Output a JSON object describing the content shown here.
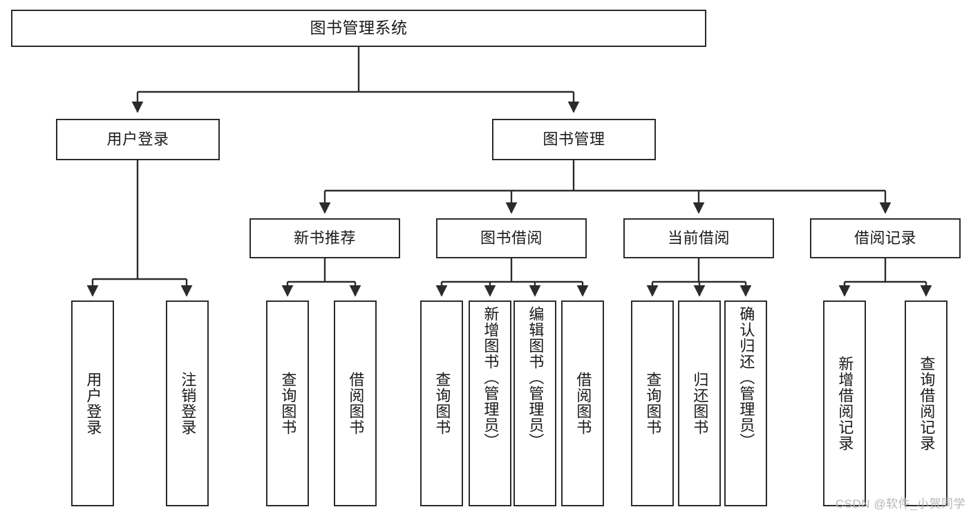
{
  "diagram": {
    "title": "图书管理系统",
    "type": "tree-hierarchy",
    "watermark": "CSDN @软件_小贺同学",
    "colors": {
      "stroke": "#2b2b2b",
      "fill": "#ffffff",
      "text": "#1a1a1a",
      "watermark": "#b6b6b6"
    },
    "nodes": {
      "root": {
        "label": "图书管理系统"
      },
      "level2": [
        {
          "id": "user-login",
          "label": "用户登录"
        },
        {
          "id": "book-manage",
          "label": "图书管理"
        }
      ],
      "level3": [
        {
          "id": "new-book-recommend",
          "label": "新书推荐"
        },
        {
          "id": "book-borrow",
          "label": "图书借阅"
        },
        {
          "id": "current-borrow",
          "label": "当前借阅"
        },
        {
          "id": "borrow-record",
          "label": "借阅记录"
        }
      ],
      "leaves": {
        "user_login": [
          {
            "id": "leaf-user-login",
            "label": "用户登录"
          },
          {
            "id": "leaf-logout",
            "label": "注销登录"
          }
        ],
        "new_book_recommend": [
          {
            "id": "leaf-query-book-1",
            "label": "查询图书"
          },
          {
            "id": "leaf-borrow-book-1",
            "label": "借阅图书"
          }
        ],
        "book_borrow": [
          {
            "id": "leaf-query-book-2",
            "label": "查询图书"
          },
          {
            "id": "leaf-add-book",
            "label": "新增图书（管理员）"
          },
          {
            "id": "leaf-edit-book",
            "label": "编辑图书（管理员）"
          },
          {
            "id": "leaf-borrow-book-2",
            "label": "借阅图书"
          }
        ],
        "current_borrow": [
          {
            "id": "leaf-query-book-3",
            "label": "查询图书"
          },
          {
            "id": "leaf-return-book",
            "label": "归还图书"
          },
          {
            "id": "leaf-confirm-return",
            "label": "确认归还（管理员）"
          }
        ],
        "borrow_record": [
          {
            "id": "leaf-add-record",
            "label": "新增借阅记录"
          },
          {
            "id": "leaf-query-record",
            "label": "查询借阅记录"
          }
        ]
      }
    }
  }
}
